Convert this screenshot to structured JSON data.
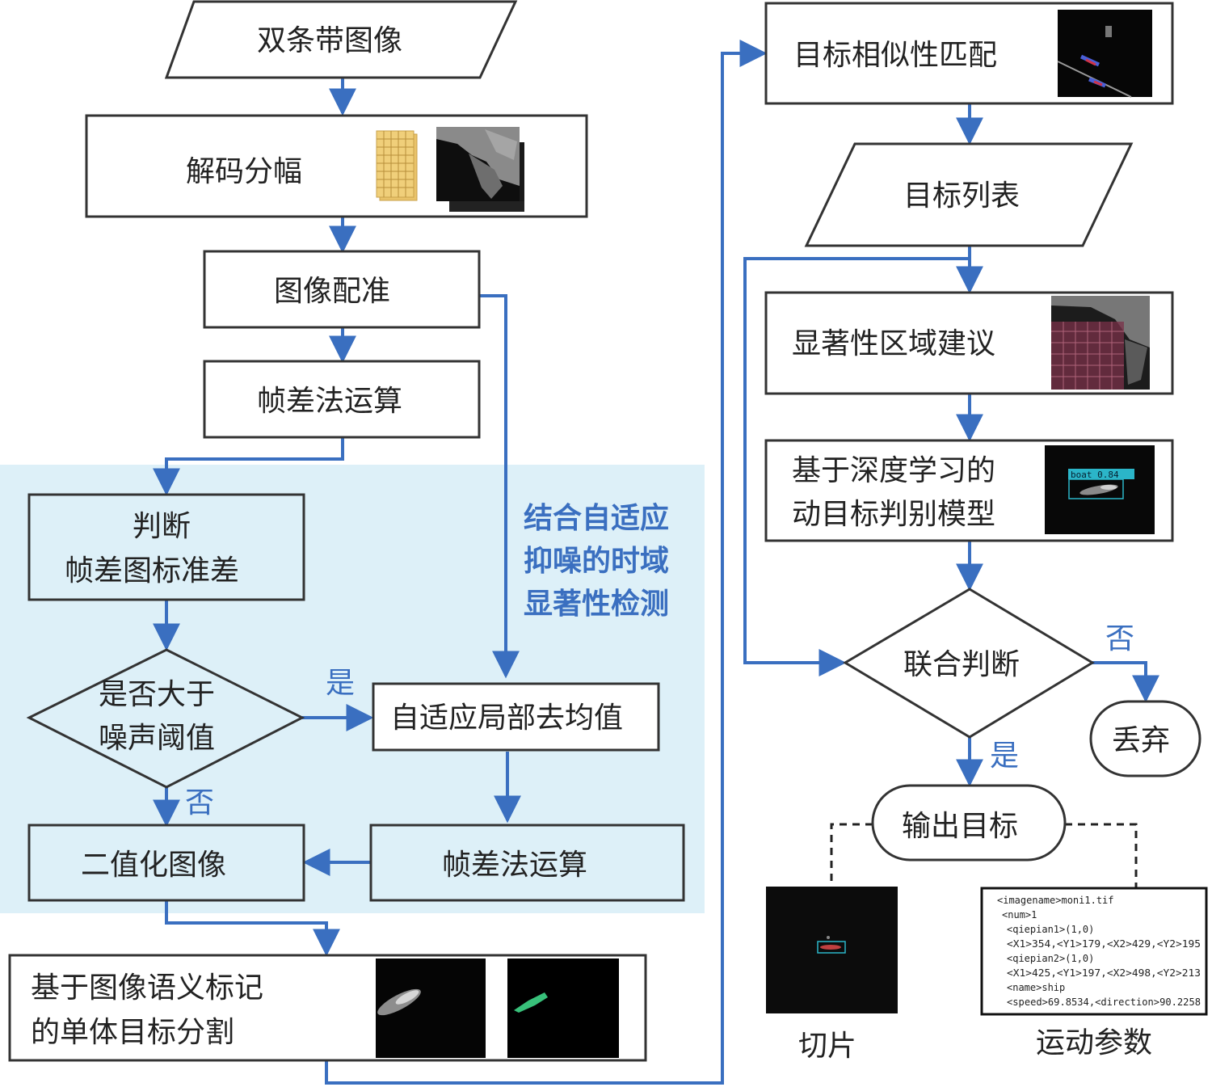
{
  "nodes": {
    "dual_strip_image": "双条带图像",
    "decode_split": "解码分幅",
    "image_registration": "图像配准",
    "frame_diff_1": "帧差法运算",
    "judge_line1": "判断",
    "judge_line2": "帧差图标准差",
    "noise_q_line1": "是否大于",
    "noise_q_line2": "噪声阈值",
    "adaptive_mean": "自适应局部去均值",
    "binarize": "二值化图像",
    "frame_diff_2": "帧差法运算",
    "segmentation_line1": "基于图像语义标记",
    "segmentation_line2": "的单体目标分割",
    "similarity_match": "目标相似性匹配",
    "target_list": "目标列表",
    "saliency_proposal": "显著性区域建议",
    "dl_model_line1": "基于深度学习的",
    "dl_model_line2": "动目标判别模型",
    "joint_judgment": "联合判断",
    "discard": "丢弃",
    "output_target": "输出目标"
  },
  "annotation": {
    "line1": "结合自适应",
    "line2": "抑噪的时域",
    "line3": "显著性检测"
  },
  "edge_labels": {
    "yes_1": "是",
    "no_1": "否",
    "yes_2": "是",
    "no_2": "否"
  },
  "outputs": {
    "slice_label": "切片",
    "motion_label": "运动参数"
  },
  "detection_label": "boat 0.84",
  "xml_lines": [
    "<imagename>moni1.tif",
    "<num>1",
    "<qiepian1>(1,0)",
    "<X1>354,<Y1>179,<X2>429,<Y2>195",
    "<qiepian2>(1,0)",
    "<X1>425,<Y1>197,<X2>498,<Y2>213",
    "<name>ship",
    "<speed>69.8534,<direction>90.2258"
  ],
  "colors": {
    "flow_arrow": "#3a6fc0",
    "highlight_region": "#ddf0f8",
    "annotation_text": "#3a6fc0"
  }
}
